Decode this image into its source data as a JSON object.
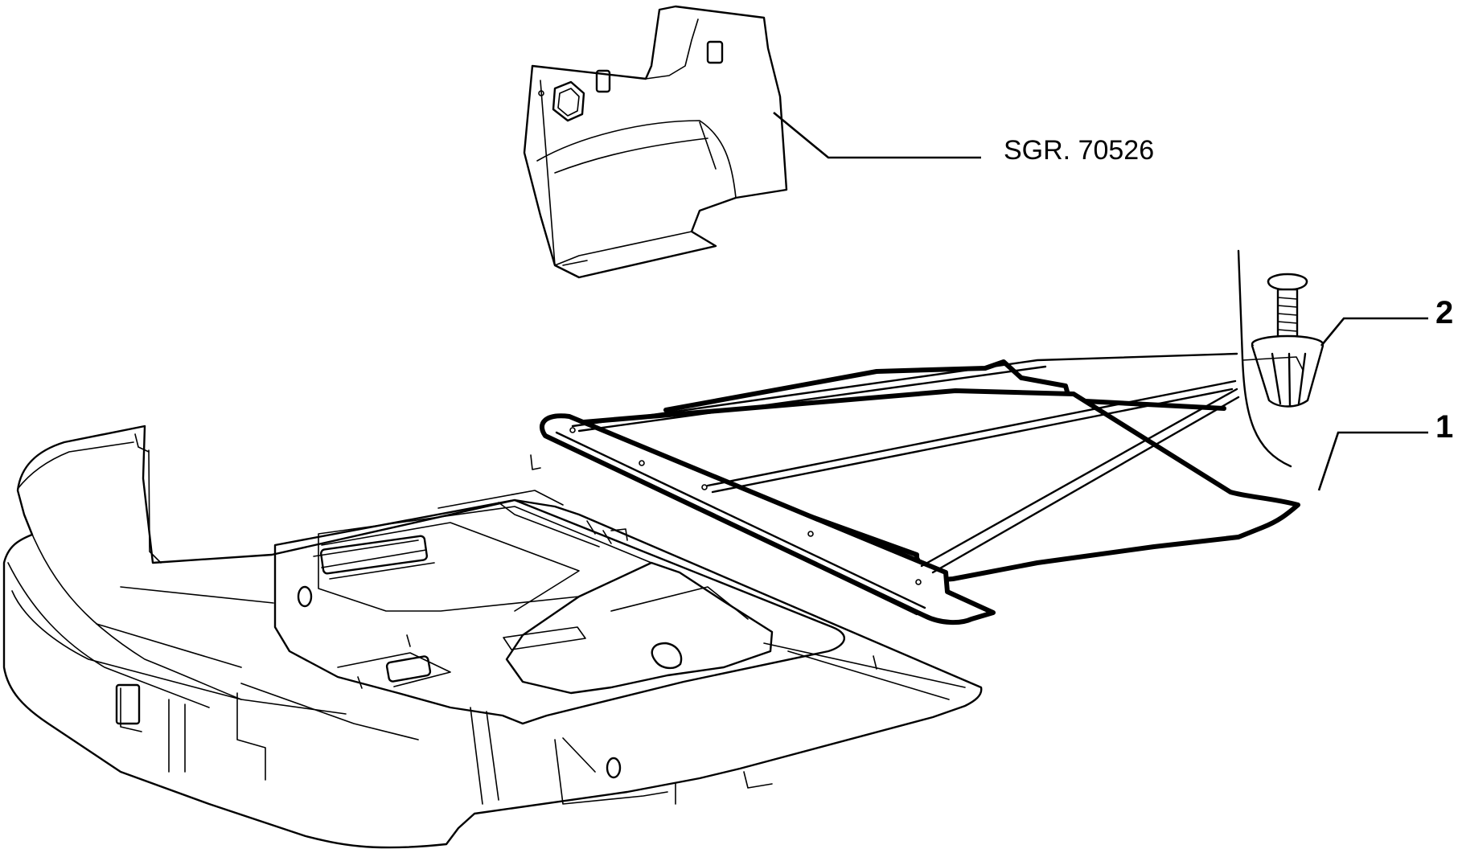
{
  "labels": {
    "reference": "SGR. 70526",
    "part_1": "1",
    "part_2": "2"
  },
  "colors": {
    "ink": "#000000",
    "background": "#ffffff"
  }
}
